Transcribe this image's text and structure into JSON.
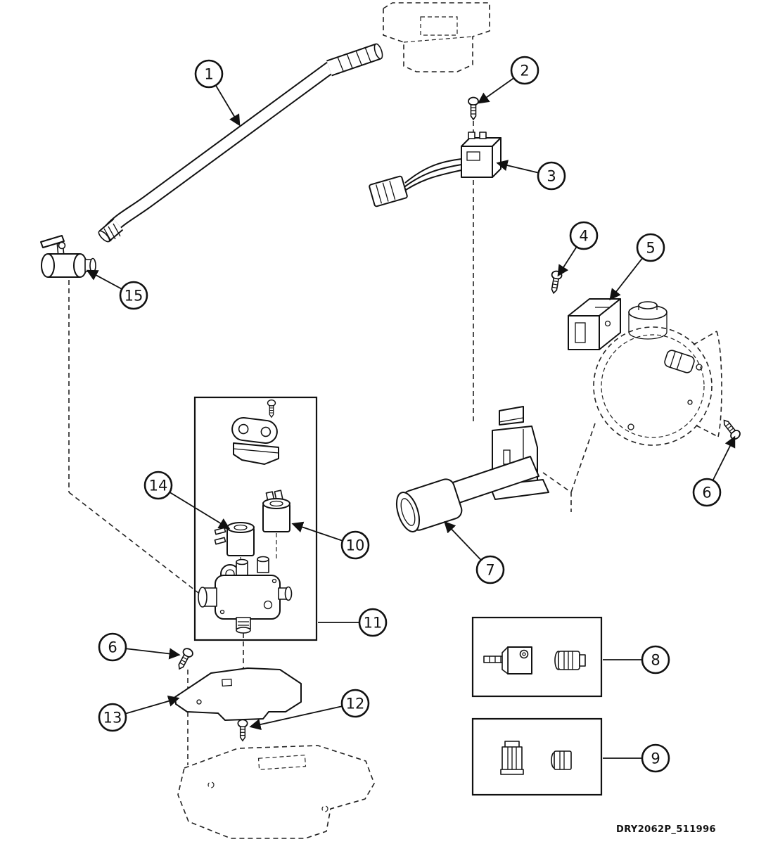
{
  "figure": {
    "doc_code": "DRY2062P_511996",
    "callouts": {
      "c1": "1",
      "c2": "2",
      "c3": "3",
      "c4": "4",
      "c5": "5",
      "c6_right": "6",
      "c6_left": "6",
      "c7": "7",
      "c8": "8",
      "c9": "9",
      "c10": "10",
      "c11": "11",
      "c12": "12",
      "c13": "13",
      "c14": "14",
      "c15": "15"
    },
    "colors": {
      "ink": "#111111",
      "paper": "#ffffff"
    }
  }
}
